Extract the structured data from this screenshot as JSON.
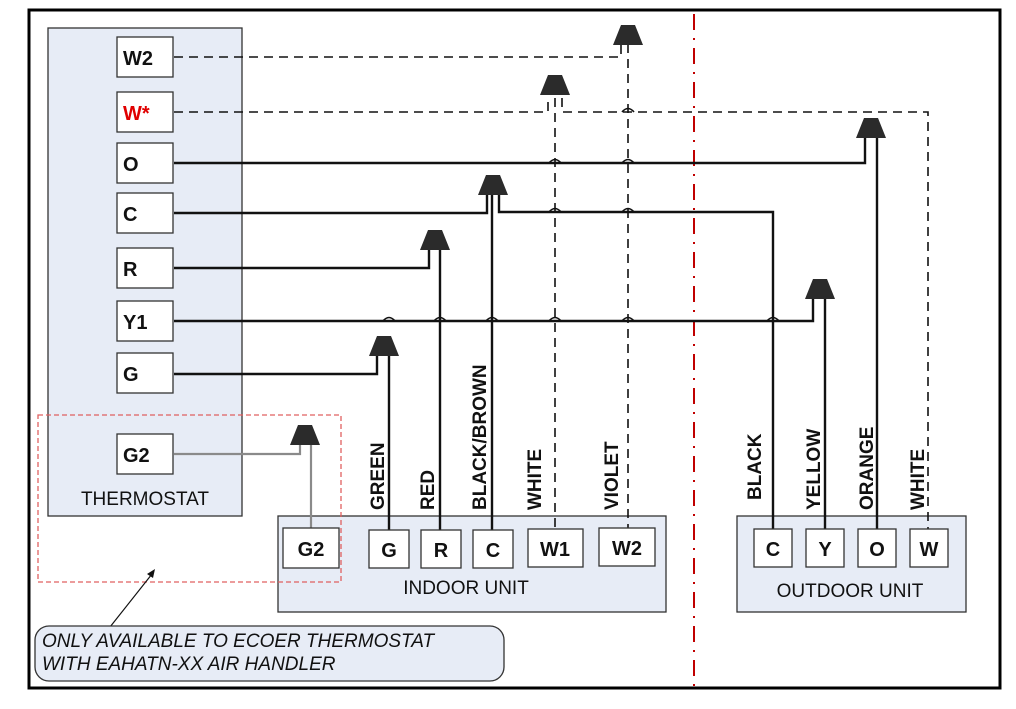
{
  "diagram": {
    "title": "Thermostat wiring diagram",
    "colors": {
      "box_fill": "#e7ecf6",
      "wire": "#111111",
      "g2_wire": "#8a8a8a",
      "connector": "#2b2b2b",
      "divider": "#c00000",
      "optional_outline": "#e06060",
      "highlight_terminal": "#e00000"
    },
    "thermostat": {
      "label": "THERMOSTAT",
      "terminals": [
        {
          "id": "W2",
          "label": "W2"
        },
        {
          "id": "W",
          "label": "W*",
          "highlight": true
        },
        {
          "id": "O",
          "label": "O"
        },
        {
          "id": "C",
          "label": "C"
        },
        {
          "id": "R",
          "label": "R"
        },
        {
          "id": "Y1",
          "label": "Y1"
        },
        {
          "id": "G",
          "label": "G"
        },
        {
          "id": "G2",
          "label": "G2"
        }
      ]
    },
    "indoor_unit": {
      "label": "INDOOR UNIT",
      "terminals": [
        {
          "id": "G2",
          "label": "G2",
          "wire_color": ""
        },
        {
          "id": "G",
          "label": "G",
          "wire_color": "GREEN"
        },
        {
          "id": "R",
          "label": "R",
          "wire_color": "RED"
        },
        {
          "id": "C",
          "label": "C",
          "wire_color": "BLACK/BROWN"
        },
        {
          "id": "W1",
          "label": "W1",
          "wire_color": "WHITE"
        },
        {
          "id": "W2",
          "label": "W2",
          "wire_color": "VIOLET"
        }
      ]
    },
    "outdoor_unit": {
      "label": "OUTDOOR UNIT",
      "terminals": [
        {
          "id": "C",
          "label": "C",
          "wire_color": "BLACK"
        },
        {
          "id": "Y",
          "label": "Y",
          "wire_color": "YELLOW"
        },
        {
          "id": "O",
          "label": "O",
          "wire_color": "ORANGE"
        },
        {
          "id": "W",
          "label": "W",
          "wire_color": "WHITE"
        }
      ]
    },
    "connections": [
      {
        "from": "thermostat.W2",
        "to": "indoor.W2",
        "style": "dashed"
      },
      {
        "from": "thermostat.W",
        "to": "indoor.W1",
        "style": "dashed"
      },
      {
        "from": "thermostat.W",
        "to": "outdoor.W",
        "style": "dashed"
      },
      {
        "from": "thermostat.O",
        "to": "outdoor.O",
        "style": "solid"
      },
      {
        "from": "thermostat.C",
        "to": "indoor.C",
        "style": "solid"
      },
      {
        "from": "thermostat.C",
        "to": "outdoor.C",
        "style": "solid"
      },
      {
        "from": "thermostat.R",
        "to": "indoor.R",
        "style": "solid"
      },
      {
        "from": "thermostat.Y1",
        "to": "outdoor.Y",
        "style": "solid"
      },
      {
        "from": "thermostat.G",
        "to": "indoor.G",
        "style": "solid"
      },
      {
        "from": "thermostat.G2",
        "to": "indoor.G2",
        "style": "solid-gray"
      }
    ],
    "note": {
      "line1": "ONLY AVAILABLE TO ECOER THERMOSTAT",
      "line2": "WITH EAHATN-XX AIR HANDLER"
    }
  }
}
